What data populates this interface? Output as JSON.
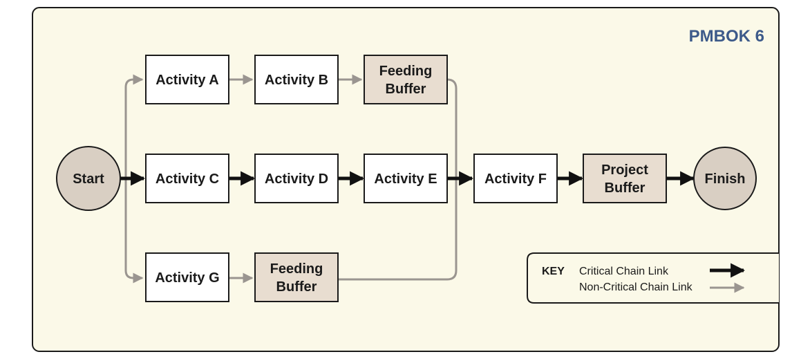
{
  "brand": {
    "label": "PMBOK 6",
    "color": "#3d5a8a"
  },
  "colors": {
    "background": "#fbf9e8",
    "frame": "#1a1a1a",
    "activity_fill": "#ffffff",
    "buffer_fill": "#e8ddd0",
    "circle_fill": "#d9cfc3",
    "critical": "#111111",
    "non_critical": "#9a9590"
  },
  "nodes": {
    "start": {
      "label": "Start"
    },
    "finish": {
      "label": "Finish"
    },
    "activity_a": {
      "label": "Activity A"
    },
    "activity_b": {
      "label": "Activity B"
    },
    "feeding_buffer_top": {
      "line1": "Feeding",
      "line2": "Buffer"
    },
    "activity_c": {
      "label": "Activity C"
    },
    "activity_d": {
      "label": "Activity D"
    },
    "activity_e": {
      "label": "Activity E"
    },
    "activity_f": {
      "label": "Activity F"
    },
    "project_buffer": {
      "line1": "Project",
      "line2": "Buffer"
    },
    "activity_g": {
      "label": "Activity G"
    },
    "feeding_buffer_bottom": {
      "line1": "Feeding",
      "line2": "Buffer"
    }
  },
  "key": {
    "title": "KEY",
    "critical_label": "Critical Chain Link",
    "non_critical_label": "Non-Critical Chain Link"
  }
}
